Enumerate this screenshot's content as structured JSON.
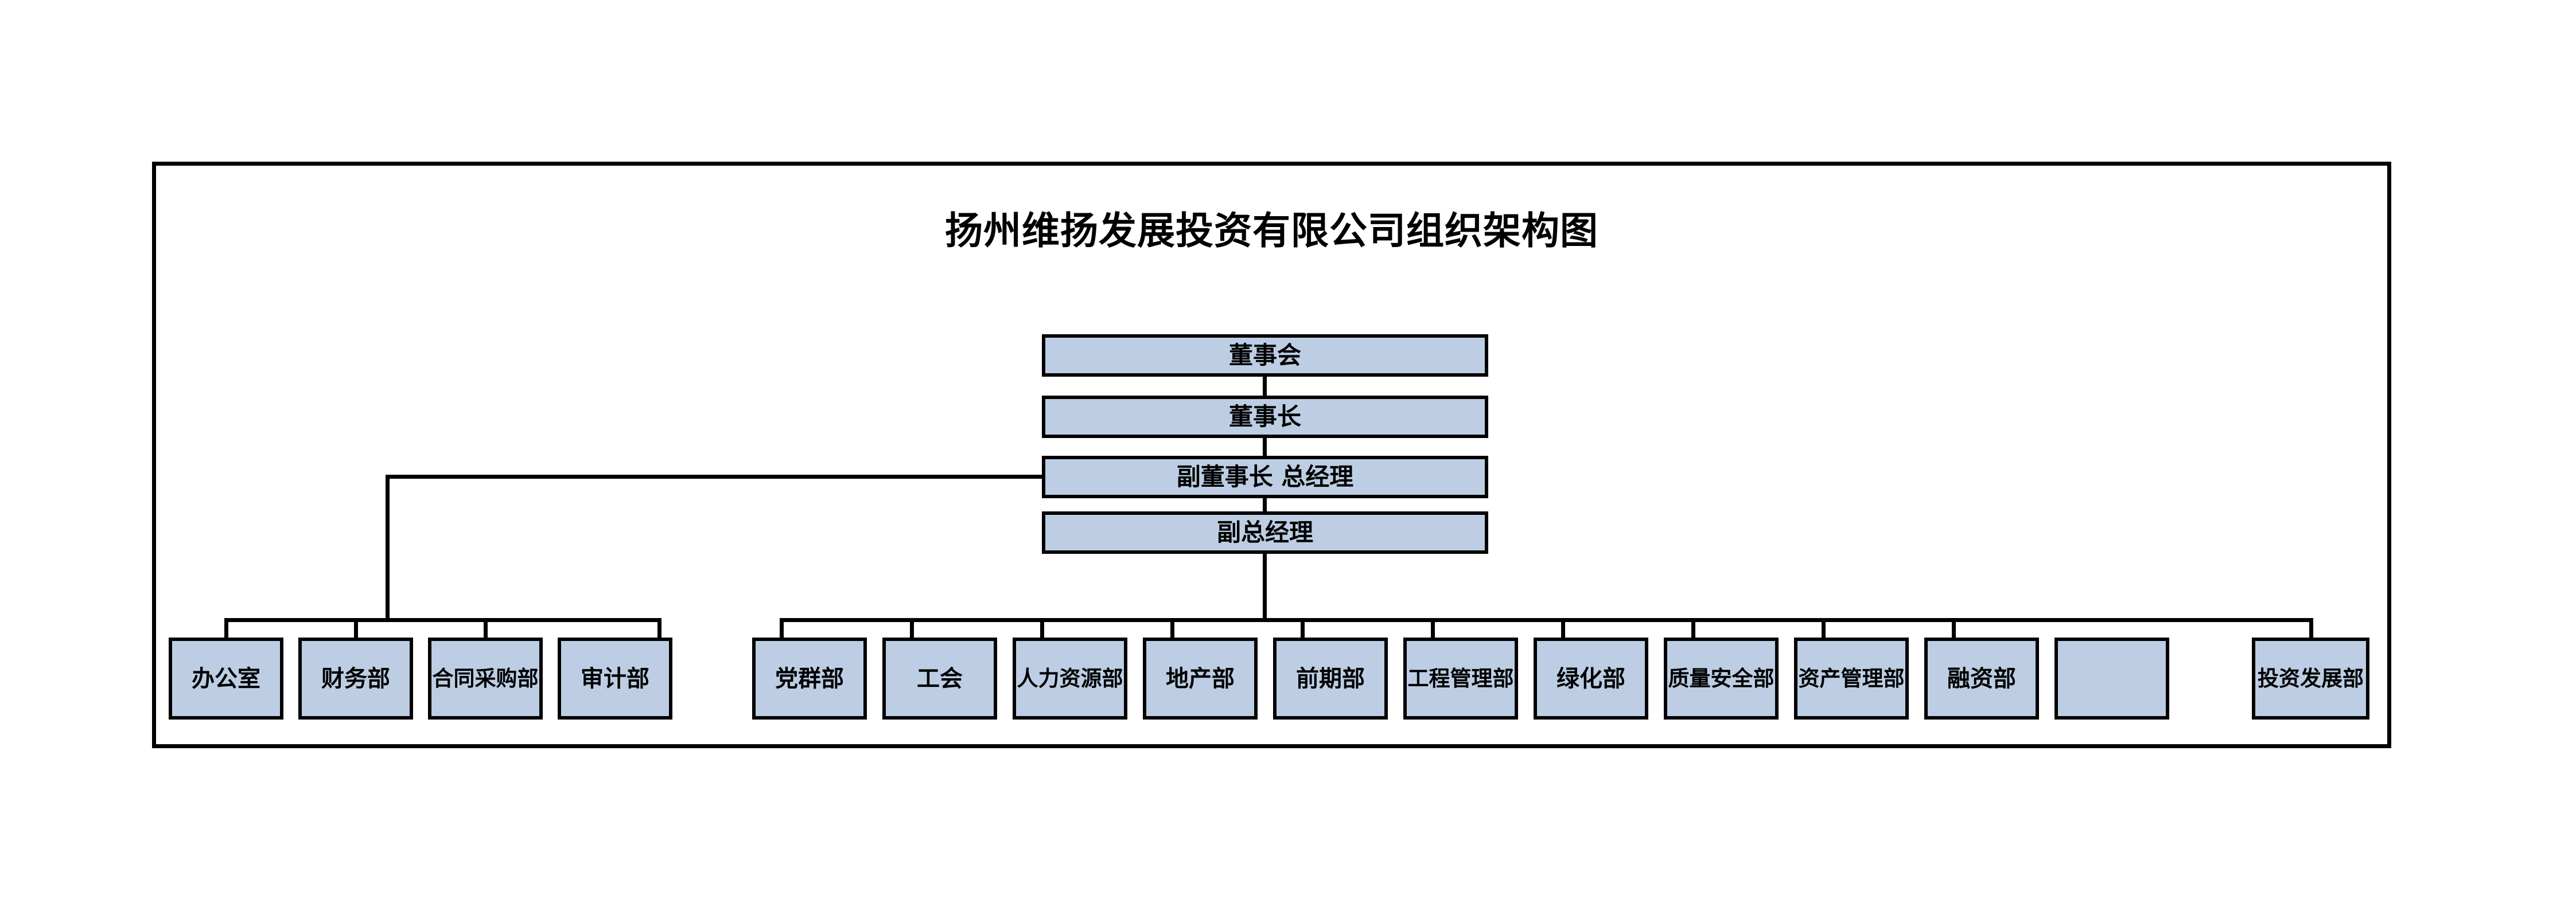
{
  "document": {
    "title": "扬州维扬发展投资有限公司组织架构图",
    "kind": "organization-chart"
  },
  "theme": {
    "box_fill": "#bdcee4",
    "box_border": "#000000",
    "frame_border": "#000000",
    "connector_color": "#000000",
    "page_background": "#ffffff",
    "text_color": "#000000"
  },
  "chart_data": {
    "type": "diagram",
    "title": "扬州维扬发展投资有限公司组织架构图",
    "levels": [
      {
        "level": 1,
        "nodes": [
          "董事会"
        ]
      },
      {
        "level": 2,
        "nodes": [
          "董事长"
        ]
      },
      {
        "level": 3,
        "nodes": [
          "副董事长 总经理"
        ]
      },
      {
        "level": 4,
        "nodes": [
          "副总经理"
        ]
      },
      {
        "level": 5,
        "nodes": [
          "办公室",
          "财务部",
          "合同采购部",
          "审计部",
          "党群部",
          "工会",
          "人力资源部",
          "地产部",
          "前期部",
          "工程管理部",
          "绿化部",
          "质量安全部",
          "资产管理部",
          "融资部",
          "投资发展部"
        ]
      }
    ],
    "edges": [
      {
        "from": "董事会",
        "to": "董事长"
      },
      {
        "from": "董事长",
        "to": "副董事长 总经理"
      },
      {
        "from": "副董事长 总经理",
        "to": "副总经理"
      },
      {
        "from": "副董事长 总经理",
        "to": "办公室"
      },
      {
        "from": "副董事长 总经理",
        "to": "财务部"
      },
      {
        "from": "副董事长 总经理",
        "to": "合同采购部"
      },
      {
        "from": "副董事长 总经理",
        "to": "审计部"
      },
      {
        "from": "副总经理",
        "to": "党群部"
      },
      {
        "from": "副总经理",
        "to": "工会"
      },
      {
        "from": "副总经理",
        "to": "人力资源部"
      },
      {
        "from": "副总经理",
        "to": "地产部"
      },
      {
        "from": "副总经理",
        "to": "前期部"
      },
      {
        "from": "副总经理",
        "to": "工程管理部"
      },
      {
        "from": "副总经理",
        "to": "绿化部"
      },
      {
        "from": "副总经理",
        "to": "质量安全部"
      },
      {
        "from": "副总经理",
        "to": "资产管理部"
      },
      {
        "from": "副总经理",
        "to": "融资部"
      },
      {
        "from": "副总经理",
        "to": "投资发展部"
      }
    ]
  },
  "executive": {
    "board": "董事会",
    "chairman": "董事长",
    "vice_chairman_gm": "副董事长 总经理",
    "deputy_gm": "副总经理"
  },
  "departments": {
    "left_group": [
      {
        "label": "办公室"
      },
      {
        "label": "财务部"
      },
      {
        "label": "合同采购部"
      },
      {
        "label": "审计部"
      }
    ],
    "right_group": [
      {
        "label": "党群部"
      },
      {
        "label": "工会"
      },
      {
        "label": "人力资源部"
      },
      {
        "label": "地产部"
      },
      {
        "label": "前期部"
      },
      {
        "label": "工程管理部"
      },
      {
        "label": "绿化部"
      },
      {
        "label": "质量安全部"
      },
      {
        "label": "资产管理部"
      },
      {
        "label": "融资部"
      },
      {
        "label": "投资发展部"
      }
    ]
  }
}
